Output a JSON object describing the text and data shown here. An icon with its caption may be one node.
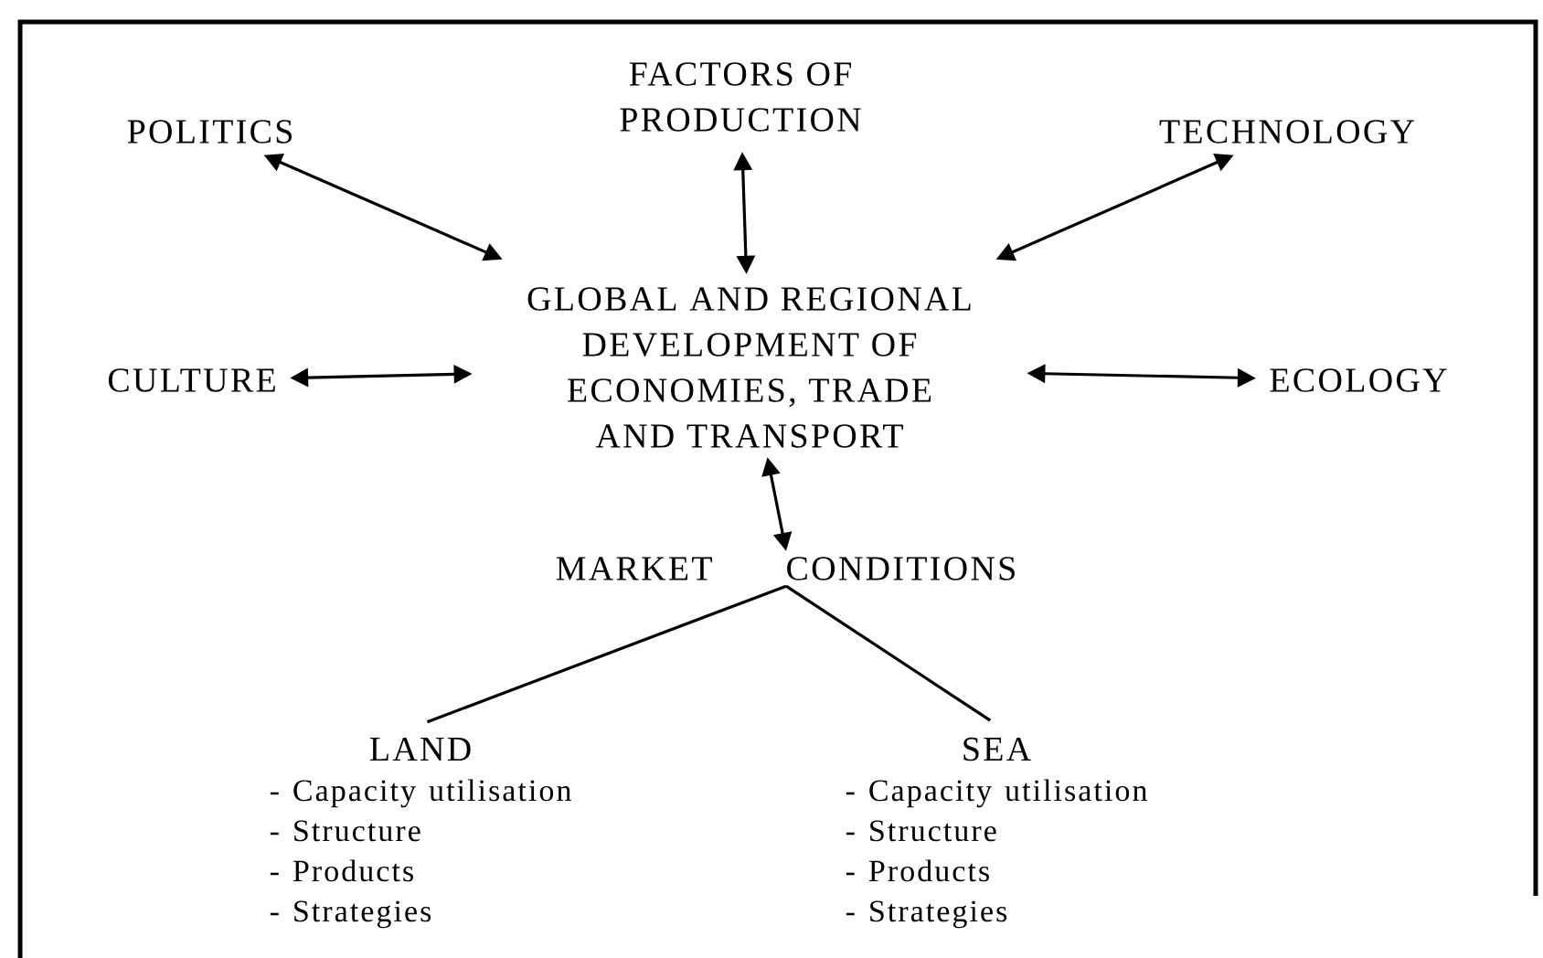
{
  "diagram": {
    "nodes": [
      {
        "text": [
          "GLOBAL AND REGIONAL DEVELOPMENT OF ECONOMIES, TRADE AND TRANSPORT"
        ]
      },
      {
        "text": [
          "POLITICS"
        ]
      },
      {
        "text": [
          "FACTORS OF PRODUCTION"
        ]
      },
      {
        "text": [
          "TECHNOLOGY"
        ]
      },
      {
        "text": [
          "CULTURE"
        ]
      },
      {
        "text": [
          "ECOLOGY"
        ]
      },
      {
        "text": [
          "MARKET CONDITIONS"
        ]
      },
      {
        "text": [
          "LAND",
          "- Capacity utilisation",
          "- Structure",
          "- Products",
          "- Strategies"
        ]
      },
      {
        "text": [
          "SEA",
          "- Capacity utilisation",
          "- Structure",
          "- Products",
          "- Strategies"
        ]
      }
    ],
    "edges": [
      {
        "from": 1,
        "to": 0,
        "arrow": "both"
      },
      {
        "from": 2,
        "to": 0,
        "arrow": "both"
      },
      {
        "from": 3,
        "to": 0,
        "arrow": "both"
      },
      {
        "from": 4,
        "to": 0,
        "arrow": "both"
      },
      {
        "from": 5,
        "to": 0,
        "arrow": "both"
      },
      {
        "from": 6,
        "to": 0,
        "arrow": "both"
      },
      {
        "from": 6,
        "to": 7,
        "arrow": "none"
      },
      {
        "from": 6,
        "to": 8,
        "arrow": "none"
      }
    ]
  }
}
